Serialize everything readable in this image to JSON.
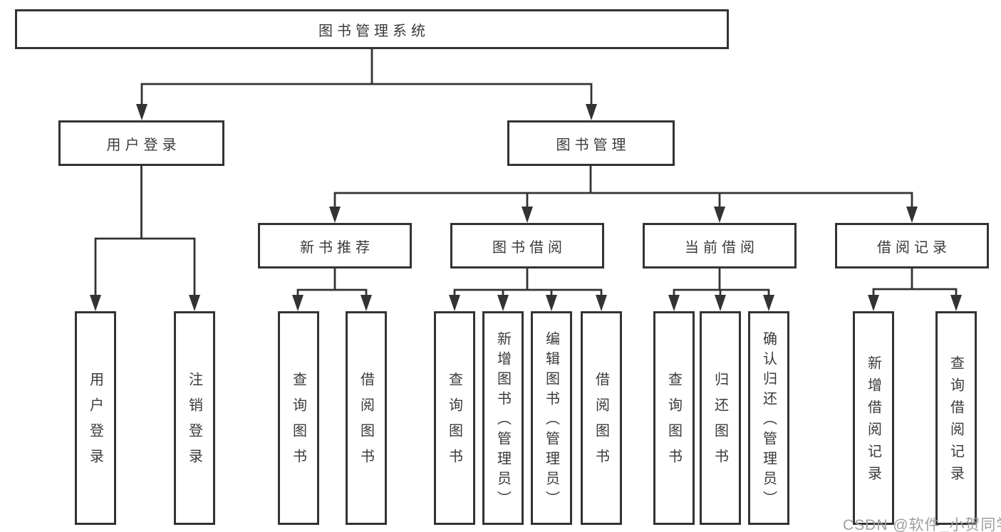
{
  "diagram": {
    "root": {
      "label": "图书管理系统"
    },
    "level2": [
      {
        "label": "用户登录"
      },
      {
        "label": "图书管理"
      }
    ],
    "level3": [
      {
        "label": "新书推荐",
        "parent": "图书管理"
      },
      {
        "label": "图书借阅",
        "parent": "图书管理"
      },
      {
        "label": "当前借阅",
        "parent": "图书管理"
      },
      {
        "label": "借阅记录",
        "parent": "图书管理"
      }
    ],
    "leaves": [
      {
        "label": "用户登录",
        "parent": "用户登录"
      },
      {
        "label": "注销登录",
        "parent": "用户登录"
      },
      {
        "label": "查询图书",
        "parent": "新书推荐"
      },
      {
        "label": "借阅图书",
        "parent": "新书推荐"
      },
      {
        "label": "查询图书",
        "parent": "图书借阅"
      },
      {
        "label": "新增图书（管理员）",
        "parent": "图书借阅"
      },
      {
        "label": "编辑图书（管理员）",
        "parent": "图书借阅"
      },
      {
        "label": "借阅图书",
        "parent": "图书借阅"
      },
      {
        "label": "查询图书",
        "parent": "当前借阅"
      },
      {
        "label": "归还图书",
        "parent": "当前借阅"
      },
      {
        "label": "确认归还（管理员）",
        "parent": "当前借阅"
      },
      {
        "label": "新增借阅记录",
        "parent": "借阅记录"
      },
      {
        "label": "查询借阅记录",
        "parent": "借阅记录"
      }
    ]
  },
  "watermark": {
    "text": "CSDN @软件_小贺同学"
  },
  "colors": {
    "line": "#333333",
    "text": "#3a3a3a",
    "box_fill": "#ffffff",
    "watermark": "#9e9e9e",
    "background": "#ffffff"
  }
}
